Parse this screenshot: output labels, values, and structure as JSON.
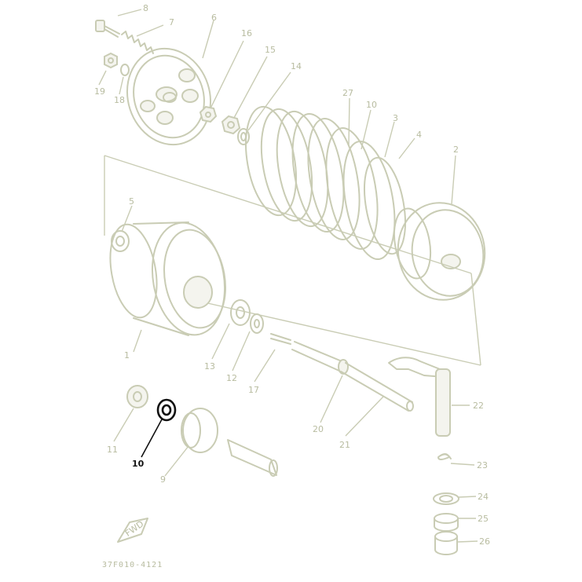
{
  "diagram": {
    "part_numbers": {
      "p1": "1",
      "p2": "2",
      "p3": "3",
      "p4": "4",
      "p5": "5",
      "p6": "6",
      "p7": "7",
      "p8": "8",
      "p9": "9",
      "p10": "10",
      "p10b": "10",
      "p11": "11",
      "p12": "12",
      "p13": "13",
      "p14": "14",
      "p15": "15",
      "p16": "16",
      "p17": "17",
      "p18": "18",
      "p19": "19",
      "p20": "20",
      "p21": "21",
      "p22": "22",
      "p23": "23",
      "p24": "24",
      "p25": "25",
      "p26": "26",
      "p27": "27"
    },
    "fwd_label": "FWD",
    "drawing_code": "37F010-4121",
    "highlighted_part": "10",
    "colors": {
      "line": "#c9ccb4",
      "label": "#b8bca0",
      "highlight": "#111111"
    }
  }
}
